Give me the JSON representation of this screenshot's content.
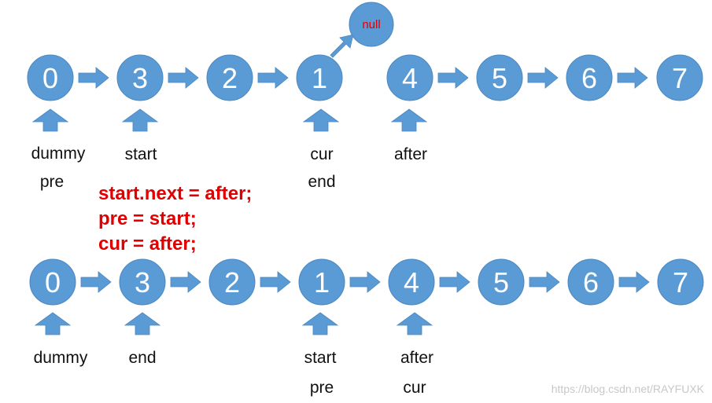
{
  "top_row": {
    "nodes": [
      "0",
      "3",
      "2",
      "1",
      "4",
      "5",
      "6",
      "7"
    ],
    "null_node": "null",
    "labels": {
      "dummy": "dummy",
      "pre": "pre",
      "start": "start",
      "cur": "cur",
      "end": "end",
      "after": "after"
    }
  },
  "code_lines": [
    "start.next = after;",
    "pre = start;",
    "cur = after;"
  ],
  "bottom_row": {
    "nodes": [
      "0",
      "3",
      "2",
      "1",
      "4",
      "5",
      "6",
      "7"
    ],
    "labels": {
      "dummy": "dummy",
      "end": "end",
      "start": "start",
      "pre": "pre",
      "after": "after",
      "cur": "cur"
    }
  },
  "watermark": "https://blog.csdn.net/RAYFUXK",
  "colors": {
    "node": "#5b9bd5",
    "code": "#e00000",
    "null_text": "#e00000"
  }
}
